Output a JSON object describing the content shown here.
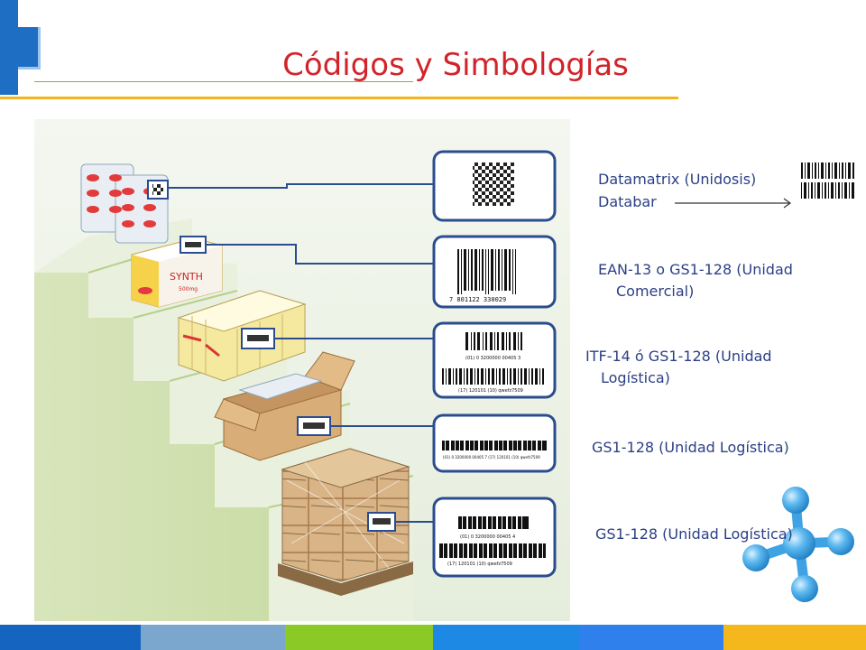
{
  "slide": {
    "title": "Códigos y Simbologías",
    "colors": {
      "title": "#d2232a",
      "label": "#2b3f86",
      "accent_blue": "#1e6fc4",
      "accent_yellow": "#f2b51c",
      "line_green": "#7cb342"
    }
  },
  "labels": {
    "datamatrix": "Datamatrix (Unidosis)",
    "databar": "Databar",
    "ean13_line1": "EAN-13 o GS1-128 (Unidad",
    "ean13_line2": "Comercial)",
    "itf14_line1": "ITF-14 ó GS1-128 (Unidad",
    "itf14_line2": "Logística)",
    "gs1_128_a": "GS1-128 (Unidad Logística)",
    "gs1_128_b": "GS1-128 (Unidad Logística)"
  },
  "barcodes": {
    "ean13_digits": "7  801122  330029",
    "itf14_top": "(01) 0 3200000 00405 3",
    "itf14_bottom": "(17) 120101 (10) qwefz7509",
    "gs1_middle": "(01) 0 3200000 00405 7 (17) 120101 (10) qwefz7509",
    "gs1_bottom_top": "(01) 0 3200000 00405 4",
    "gs1_bottom_bottom": "(17) 120101 (10) qwefz7509",
    "product_brand": "SYNTH",
    "product_sub": "500mg"
  },
  "bottom_bar": {
    "colors": [
      "#1565c0",
      "#7ba7cf",
      "#8ac926",
      "#1e88e5",
      "#2f80ed",
      "#f5b81c"
    ]
  },
  "icons": [
    "arrow-right-icon",
    "molecule-icon"
  ]
}
